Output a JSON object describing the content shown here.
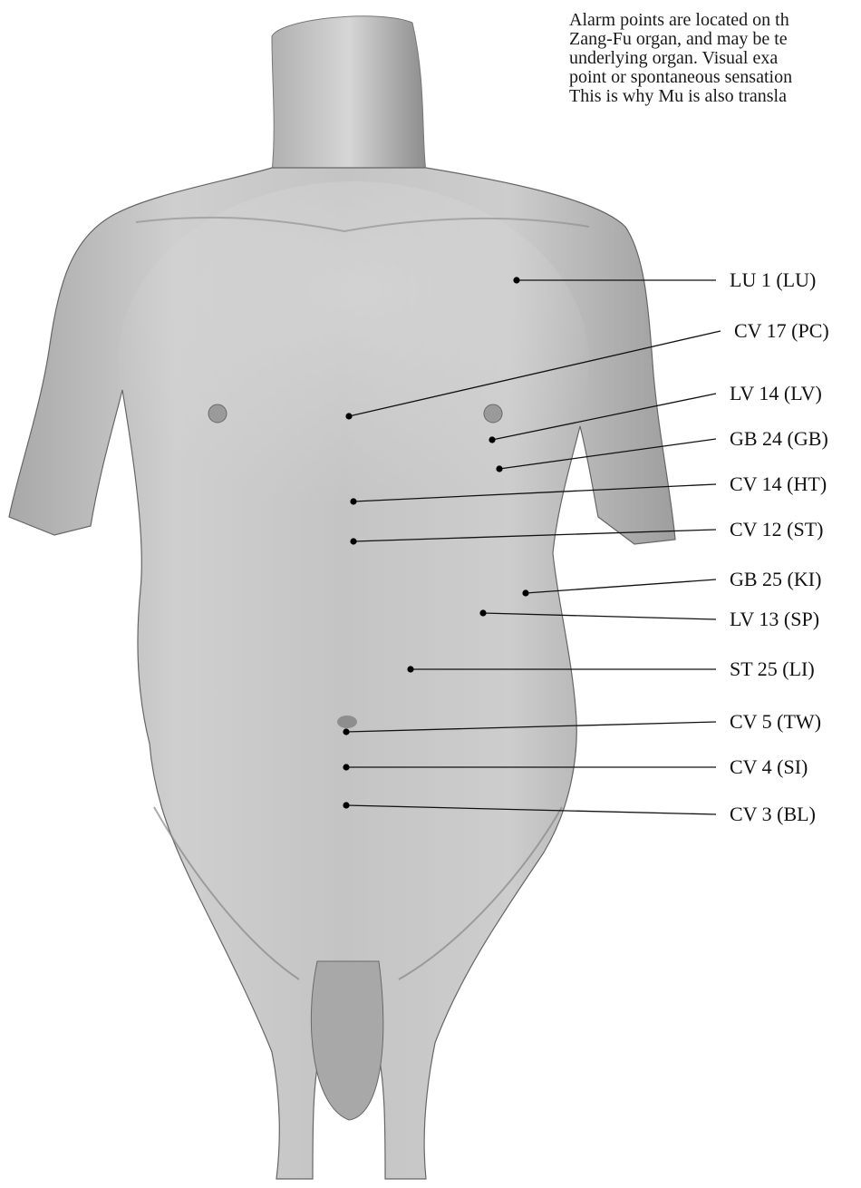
{
  "intro": {
    "lines": [
      "Alarm points are located on th",
      "Zang-Fu organ, and may be te",
      "underlying organ.  Visual exa",
      "point or spontaneous sensation",
      "This is why Mu is also transla"
    ]
  },
  "alarm_points": [
    {
      "label": "LU 1 (LU)"
    },
    {
      "label": "CV 17 (PC)"
    },
    {
      "label": "LV 14 (LV)"
    },
    {
      "label": "GB 24 (GB)"
    },
    {
      "label": "CV 14 (HT)"
    },
    {
      "label": "CV 12 (ST)"
    },
    {
      "label": "GB 25 (KI)"
    },
    {
      "label": "LV 13 (SP)"
    },
    {
      "label": "ST 25 (LI)"
    },
    {
      "label": "CV 5 (TW)"
    },
    {
      "label": "CV 4 (SI)"
    },
    {
      "label": "CV 3 (BL)"
    }
  ],
  "colors": {
    "leader_line": "#111111",
    "point_marker": "#000000",
    "body_shading": "#c8c8c8"
  }
}
